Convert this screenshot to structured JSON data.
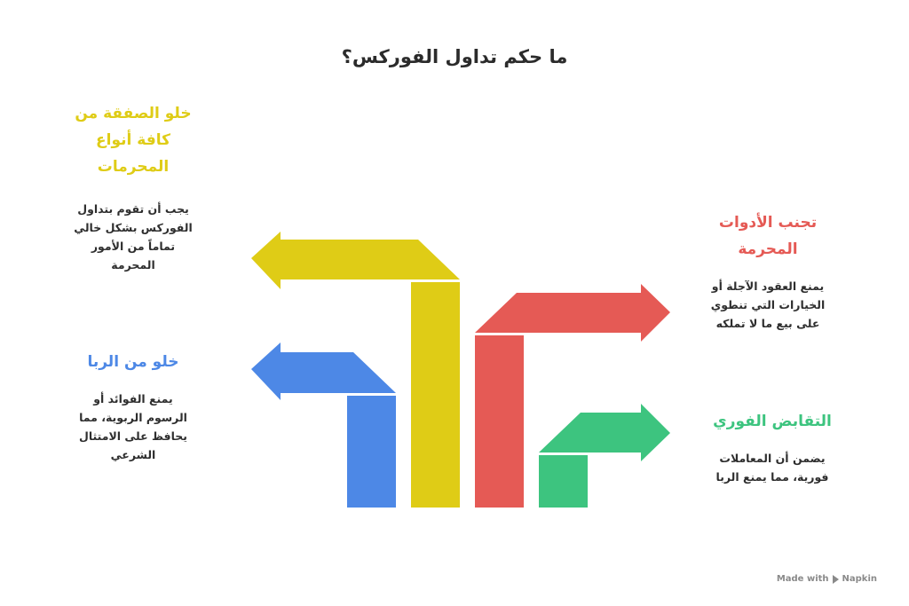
{
  "title": "ما حكم تداول الفوركس؟",
  "colors": {
    "yellow": "#DFCC16",
    "blue": "#4D88E6",
    "red": "#E55A55",
    "green": "#3DC47F",
    "text": "#2E2E2E"
  },
  "items": [
    {
      "id": "yellow",
      "heading": "خلو الصفقة من كافة أنواع المحرمات",
      "heading_lines": [
        "خلو الصفقة من",
        "كافة أنواع",
        "المحرمات"
      ],
      "description_lines": [
        "يجب أن تقوم بتداول",
        "الفوركس بشكل خالي",
        "تماماً من الأمور",
        "المحرمة"
      ],
      "direction": "left"
    },
    {
      "id": "blue",
      "heading": "خلو من الربا",
      "heading_lines": [
        "خلو من الربا"
      ],
      "description_lines": [
        "يمنع الفوائد أو",
        "الرسوم الربوية، مما",
        "يحافظ على الامتثال",
        "الشرعي"
      ],
      "direction": "left"
    },
    {
      "id": "red",
      "heading": "تجنب الأدوات المحرمة",
      "heading_lines": [
        "تجنب الأدوات",
        "المحرمة"
      ],
      "description_lines": [
        "يمنع العقود الآجلة أو",
        "الخيارات التي تنطوي",
        "على بيع ما لا تملكه"
      ],
      "direction": "right"
    },
    {
      "id": "green",
      "heading": "التقابض الفوري",
      "heading_lines": [
        "التقابض الفوري"
      ],
      "description_lines": [
        "يضمن أن المعاملات",
        "فورية، مما يمنع الربا"
      ],
      "direction": "right"
    }
  ],
  "footer": {
    "made_with": "Made with",
    "brand": "Napkin"
  }
}
